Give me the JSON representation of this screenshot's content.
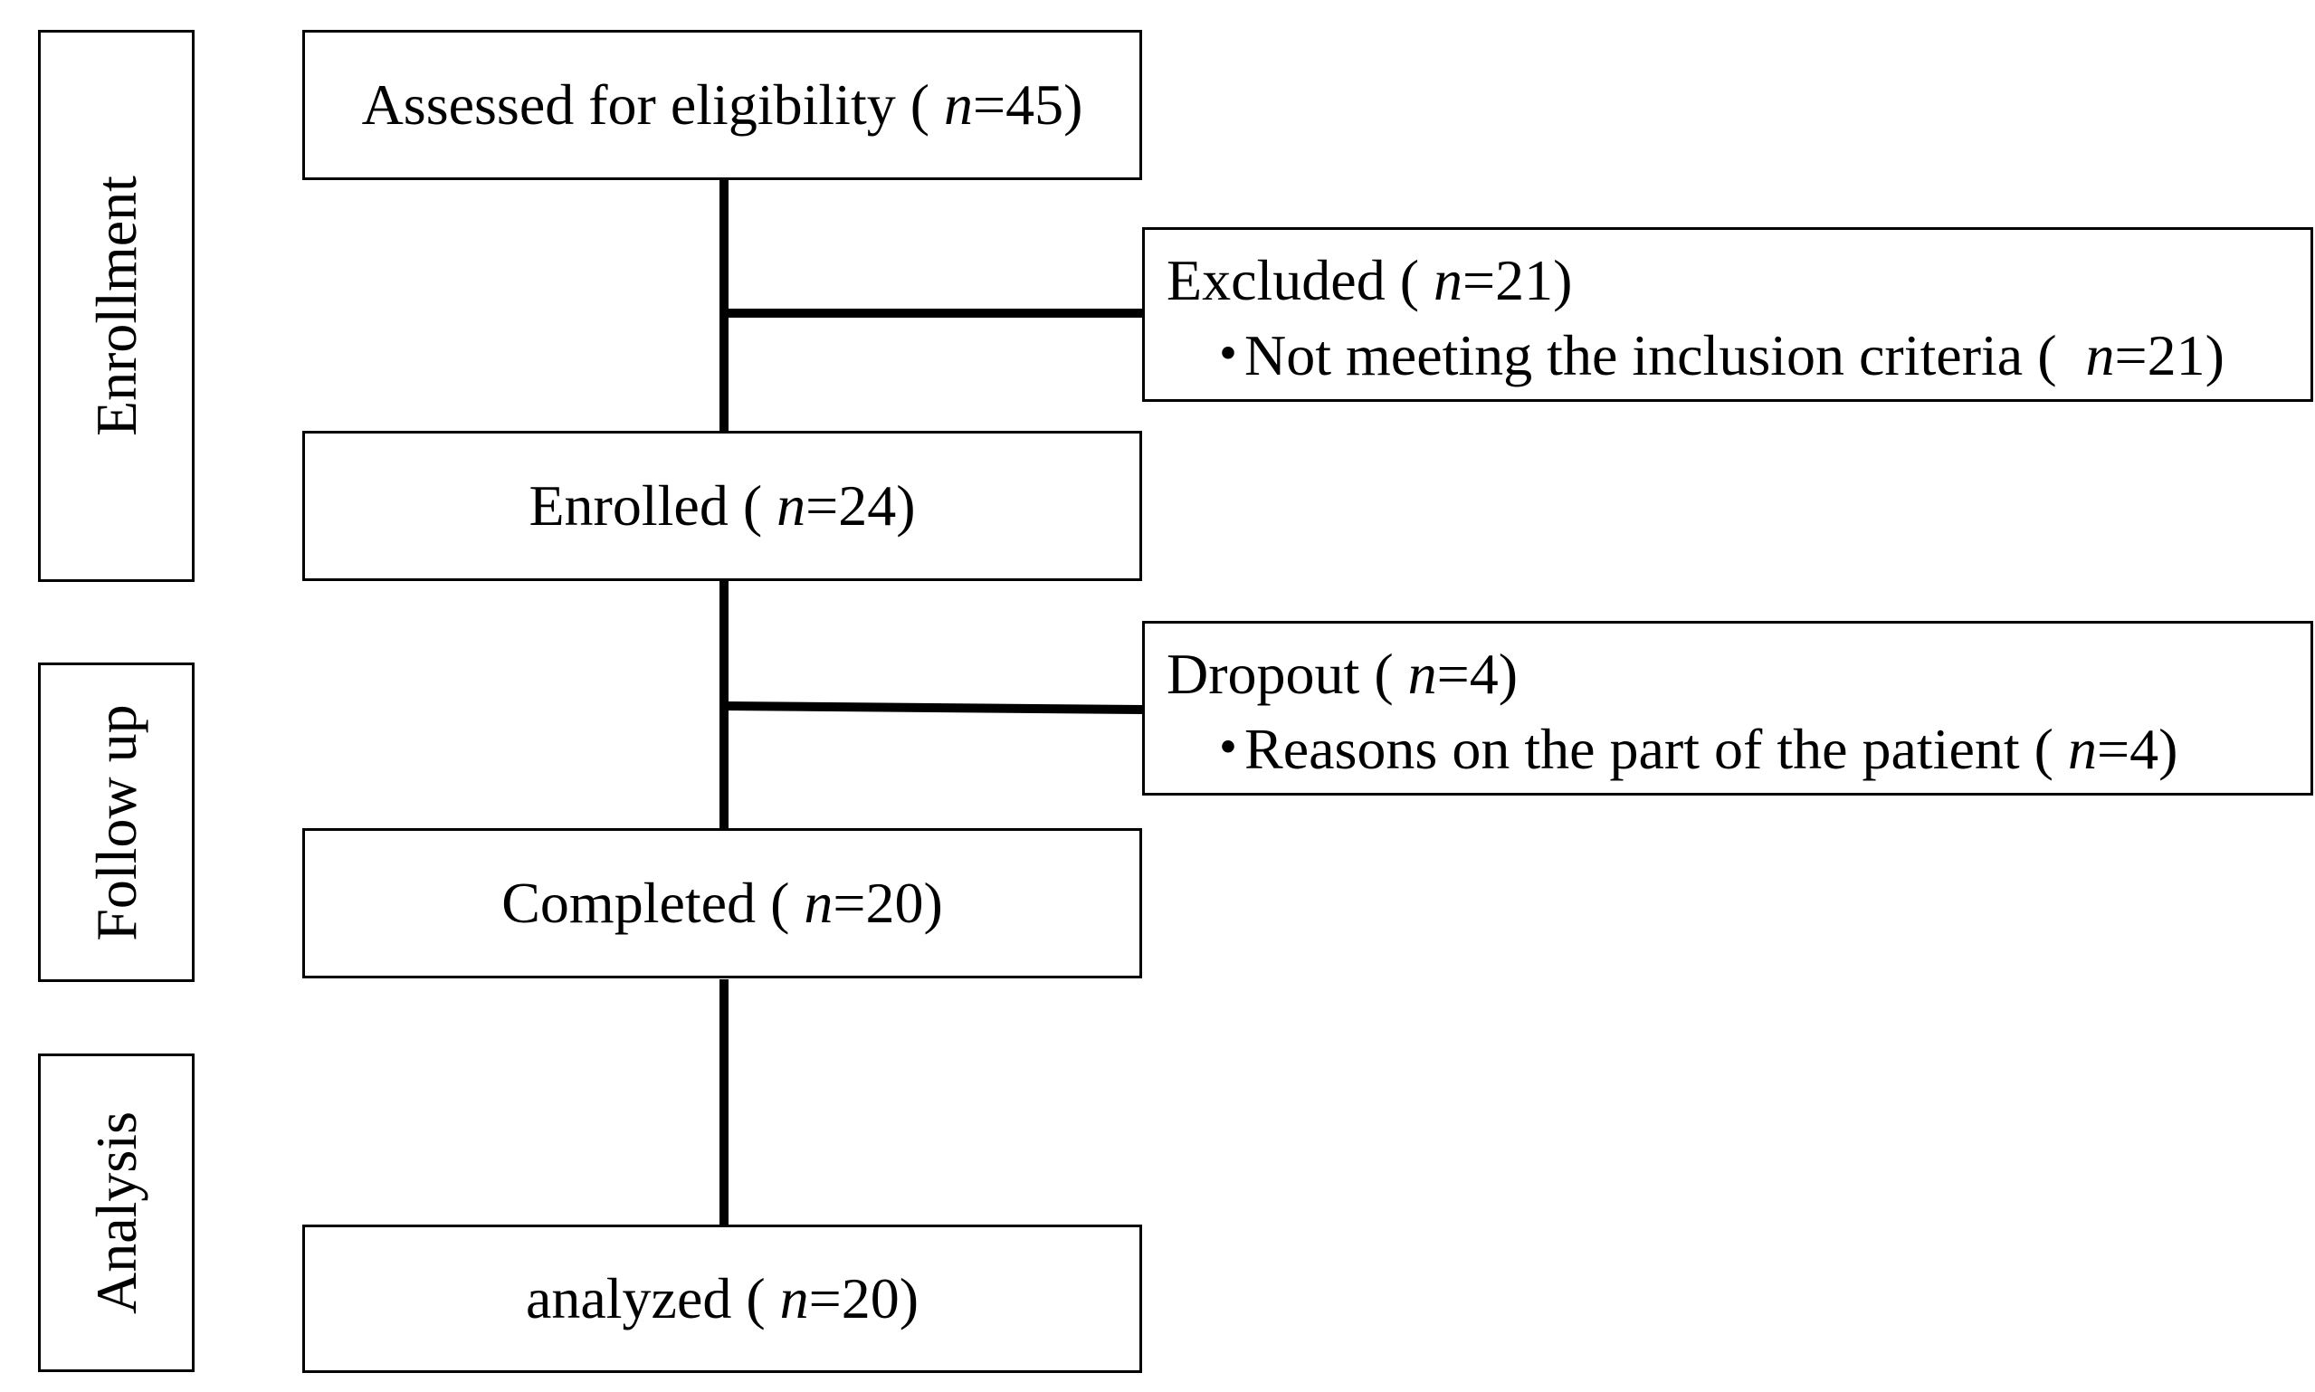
{
  "stages": {
    "enrollment": "Enrollment",
    "follow_up": "Follow up",
    "analysis": "Analysis"
  },
  "boxes": {
    "assessed": {
      "text": "Assessed for eligibility (",
      "n_symbol": "n",
      "n_value": "=45)"
    },
    "excluded": {
      "text": "Excluded (",
      "n_symbol": "n",
      "n_value": "=21)",
      "bullet": "・",
      "reason_text": "Not meeting the inclusion criteria (",
      "reason_n_symbol": "n",
      "reason_n_value": "=21)"
    },
    "enrolled": {
      "text": "Enrolled (",
      "n_symbol": "n",
      "n_value": "=24)"
    },
    "dropout": {
      "text": "Dropout (",
      "n_symbol": "n",
      "n_value": "=4)",
      "bullet": "・",
      "reason_text": "Reasons on the part of the patient (",
      "reason_n_symbol": "n",
      "reason_n_value": "=4)"
    },
    "completed": {
      "text": "Completed (",
      "n_symbol": "n",
      "n_value": "=20)"
    },
    "analyzed": {
      "text": "analyzed (",
      "n_symbol": "n",
      "n_value": "=20)"
    }
  }
}
